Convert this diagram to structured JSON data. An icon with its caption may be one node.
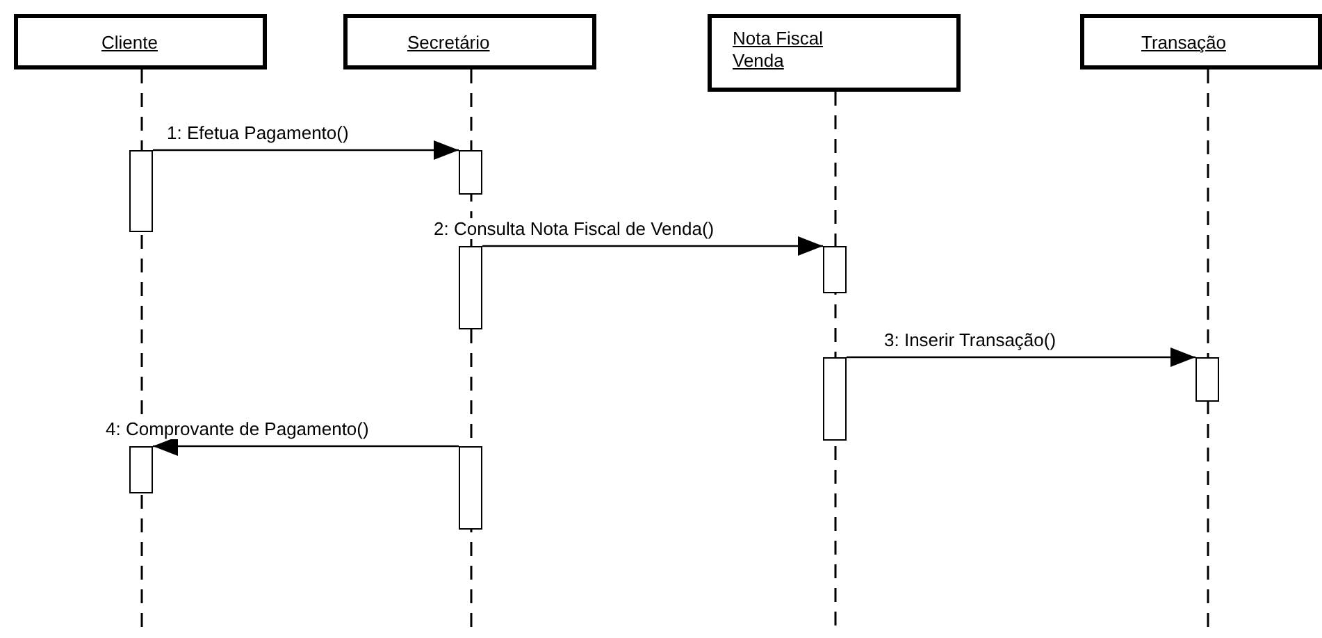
{
  "diagram": {
    "nodes": [
      {
        "text": [
          "Cliente"
        ]
      },
      {
        "text": [
          "Secretário"
        ]
      },
      {
        "text": [
          "Nota Fiscal Venda"
        ]
      },
      {
        "text": [
          "Transação"
        ]
      },
      {
        "text": [],
        "shape": "bar"
      },
      {
        "text": [],
        "shape": "bar"
      },
      {
        "text": [],
        "shape": "bar"
      },
      {
        "text": [],
        "shape": "bar"
      },
      {
        "text": [],
        "shape": "bar"
      },
      {
        "text": [],
        "shape": "bar"
      },
      {
        "text": [],
        "shape": "bar"
      },
      {
        "text": [],
        "shape": "bar"
      }
    ],
    "edges": [
      {
        "from": 4,
        "to": 5,
        "arrow": "to",
        "label": "1: Efetua Pagamento()"
      },
      {
        "from": 6,
        "to": 7,
        "arrow": "to",
        "label": "2: Consulta Nota Fiscal de Venda()"
      },
      {
        "from": 8,
        "to": 9,
        "arrow": "to",
        "label": "3: Inserir Transação()"
      },
      {
        "from": 11,
        "to": 10,
        "arrow": "to",
        "label": "4: Comprovante de Pagamento()"
      }
    ]
  }
}
